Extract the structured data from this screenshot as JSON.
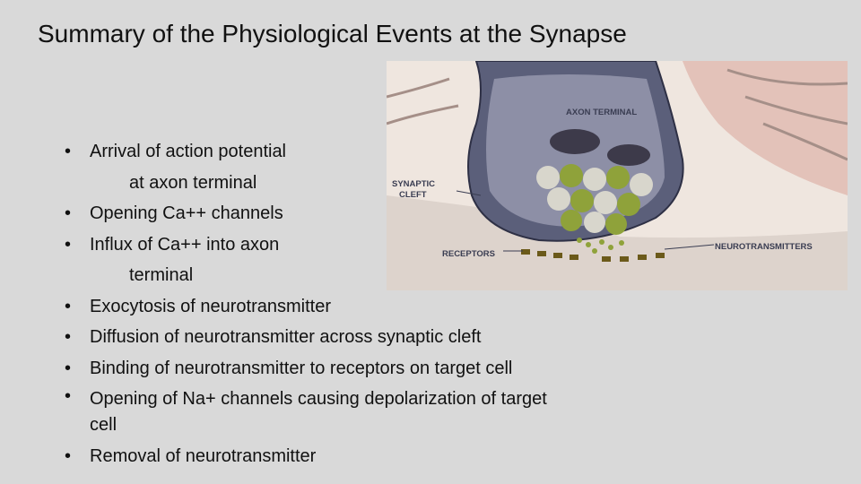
{
  "slide": {
    "title": "Summary of the Physiological Events at the Synapse"
  },
  "bullets": [
    {
      "line1": "Arrival of action potential",
      "line2": "at axon terminal"
    },
    {
      "line1": "Opening Ca++ channels"
    },
    {
      "line1": "Influx of Ca++ into axon",
      "line2": "terminal"
    },
    {
      "line1": "Exocytosis of neurotransmitter"
    },
    {
      "line1": "Diffusion of neurotransmitter across synaptic cleft"
    },
    {
      "line1": "Binding of neurotransmitter to receptors on target cell"
    },
    {
      "line1": "Opening of Na+ channels causing depolarization of target",
      "line2": "cell"
    },
    {
      "line1": "Removal of neurotransmitter"
    }
  ],
  "figure": {
    "labels": {
      "axon_terminal": "AXON TERMINAL",
      "synaptic_cleft_1": "SYNAPTIC",
      "synaptic_cleft_2": "CLEFT",
      "receptors": "RECEPTORS",
      "neurotransmitters": "NEUROTRANSMITTERS"
    },
    "colors": {
      "background": "#f3ece6",
      "terminal": "#5b5f7a",
      "vesicle": "#8fa23a",
      "target_cell": "#e6c9c0"
    }
  }
}
